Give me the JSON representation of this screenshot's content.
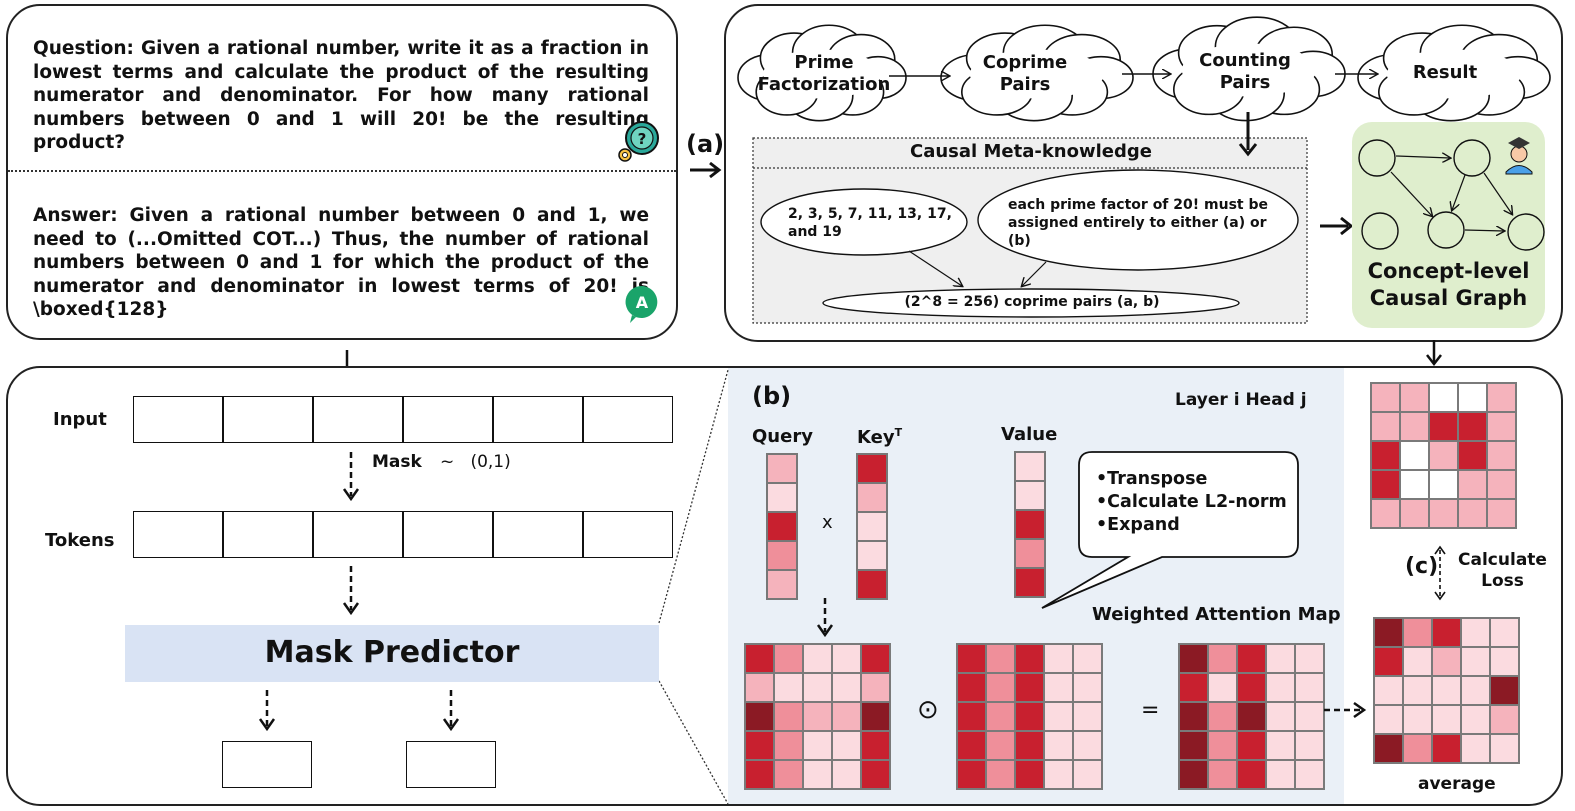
{
  "colors": {
    "dark_red": "#8b1a24",
    "red": "#c8202f",
    "mid_pink": "#ef8f9a",
    "light_pink": "#f5b3bc",
    "pale_pink": "#fbdbe0",
    "white": "#ffffff",
    "panel_b_bg": "#eaf0f7",
    "mask_predictor_bg": "#d9e3f4",
    "graph_bg": "#dfeecd",
    "graph_node": "#dfeecd",
    "meta_bg": "#efefef",
    "answer_badge": "#1aa46a",
    "question_badge": "#2aa89a"
  },
  "qa": {
    "question": "Question: Given a rational number, write it as a fraction in lowest terms and calculate the product of the resulting numerator and denominator. For how many rational numbers between 0 and 1 will 20! be the resulting product?",
    "answer": "Answer: Given a rational number between 0 and 1, we need to (...Omitted COT...) Thus, the number of rational numbers between 0 and 1 for which the product of the numerator and denominator in lowest terms of 20! is \\boxed{128}",
    "question_icon": "question-bubble-icon",
    "question_icon_glyph": "?",
    "answer_icon": "answer-bubble-icon",
    "answer_icon_glyph": "A"
  },
  "panel_a": {
    "label": "(a)",
    "steps": [
      "Prime\nFactorization",
      "Coprime\nPairs",
      "Counting\nPairs",
      "Result"
    ],
    "meta_title": "Causal Meta-knowledge",
    "ellipse_1": "2, 3, 5, 7, 11, 13, 17,\nand 19",
    "ellipse_2": "each prime factor of 20! must be\nassigned entirely to either (a) or\n(b)",
    "ellipse_3": "(2^8 = 256) coprime pairs (a, b)",
    "graph_title": "Concept-level\nCausal Graph",
    "graph_icon": "teacher-icon"
  },
  "left_panel": {
    "input_label": "Input",
    "mask_label": "Mask",
    "mask_dist": "~   (0,1)",
    "tokens_label": "Tokens",
    "mask_predictor": "Mask Predictor"
  },
  "panel_b": {
    "label": "(b)",
    "layer_head": "Layer i Head j",
    "query": "Query",
    "key": "Key",
    "key_sup": "T",
    "value": "Value",
    "times": "x",
    "callout": [
      "•Transpose",
      "•Calculate L2-norm",
      "•Expand"
    ],
    "weighted_title": "Weighted Attention Map",
    "odot": "⊙",
    "equals": "=",
    "query_cells": [
      "light_pink",
      "pale_pink",
      "red",
      "mid_pink",
      "light_pink"
    ],
    "key_cells": [
      "red",
      "light_pink",
      "pale_pink",
      "pale_pink",
      "red"
    ],
    "value_cells": [
      "pale_pink",
      "pale_pink",
      "red",
      "mid_pink",
      "red"
    ],
    "attention_matrix": [
      [
        "red",
        "mid_pink",
        "pale_pink",
        "pale_pink",
        "red"
      ],
      [
        "light_pink",
        "pale_pink",
        "pale_pink",
        "pale_pink",
        "light_pink"
      ],
      [
        "dark_red",
        "mid_pink",
        "light_pink",
        "light_pink",
        "dark_red"
      ],
      [
        "red",
        "mid_pink",
        "pale_pink",
        "pale_pink",
        "red"
      ],
      [
        "red",
        "mid_pink",
        "pale_pink",
        "pale_pink",
        "red"
      ]
    ],
    "value_matrix": [
      [
        "red",
        "mid_pink",
        "red",
        "pale_pink",
        "pale_pink"
      ],
      [
        "red",
        "mid_pink",
        "red",
        "pale_pink",
        "pale_pink"
      ],
      [
        "red",
        "mid_pink",
        "red",
        "pale_pink",
        "pale_pink"
      ],
      [
        "red",
        "mid_pink",
        "red",
        "pale_pink",
        "pale_pink"
      ],
      [
        "red",
        "mid_pink",
        "red",
        "pale_pink",
        "pale_pink"
      ]
    ],
    "weighted_matrix": [
      [
        "dark_red",
        "mid_pink",
        "red",
        "pale_pink",
        "pale_pink"
      ],
      [
        "red",
        "pale_pink",
        "red",
        "pale_pink",
        "pale_pink"
      ],
      [
        "dark_red",
        "mid_pink",
        "dark_red",
        "pale_pink",
        "pale_pink"
      ],
      [
        "dark_red",
        "mid_pink",
        "red",
        "pale_pink",
        "pale_pink"
      ],
      [
        "dark_red",
        "mid_pink",
        "red",
        "pale_pink",
        "pale_pink"
      ]
    ]
  },
  "panel_c": {
    "label": "(c)",
    "calc_loss": "Calculate\nLoss",
    "average_label": "average",
    "graph_matrix": [
      [
        "light_pink",
        "light_pink",
        "white",
        "white",
        "light_pink"
      ],
      [
        "light_pink",
        "light_pink",
        "red",
        "red",
        "light_pink"
      ],
      [
        "red",
        "white",
        "light_pink",
        "red",
        "light_pink"
      ],
      [
        "red",
        "white",
        "white",
        "light_pink",
        "light_pink"
      ],
      [
        "light_pink",
        "light_pink",
        "light_pink",
        "light_pink",
        "light_pink"
      ]
    ],
    "average_matrix": [
      [
        "dark_red",
        "mid_pink",
        "red",
        "pale_pink",
        "pale_pink"
      ],
      [
        "red",
        "pale_pink",
        "light_pink",
        "pale_pink",
        "pale_pink"
      ],
      [
        "pale_pink",
        "pale_pink",
        "pale_pink",
        "pale_pink",
        "dark_red"
      ],
      [
        "pale_pink",
        "pale_pink",
        "pale_pink",
        "pale_pink",
        "light_pink"
      ],
      [
        "dark_red",
        "mid_pink",
        "red",
        "pale_pink",
        "pale_pink"
      ]
    ]
  }
}
